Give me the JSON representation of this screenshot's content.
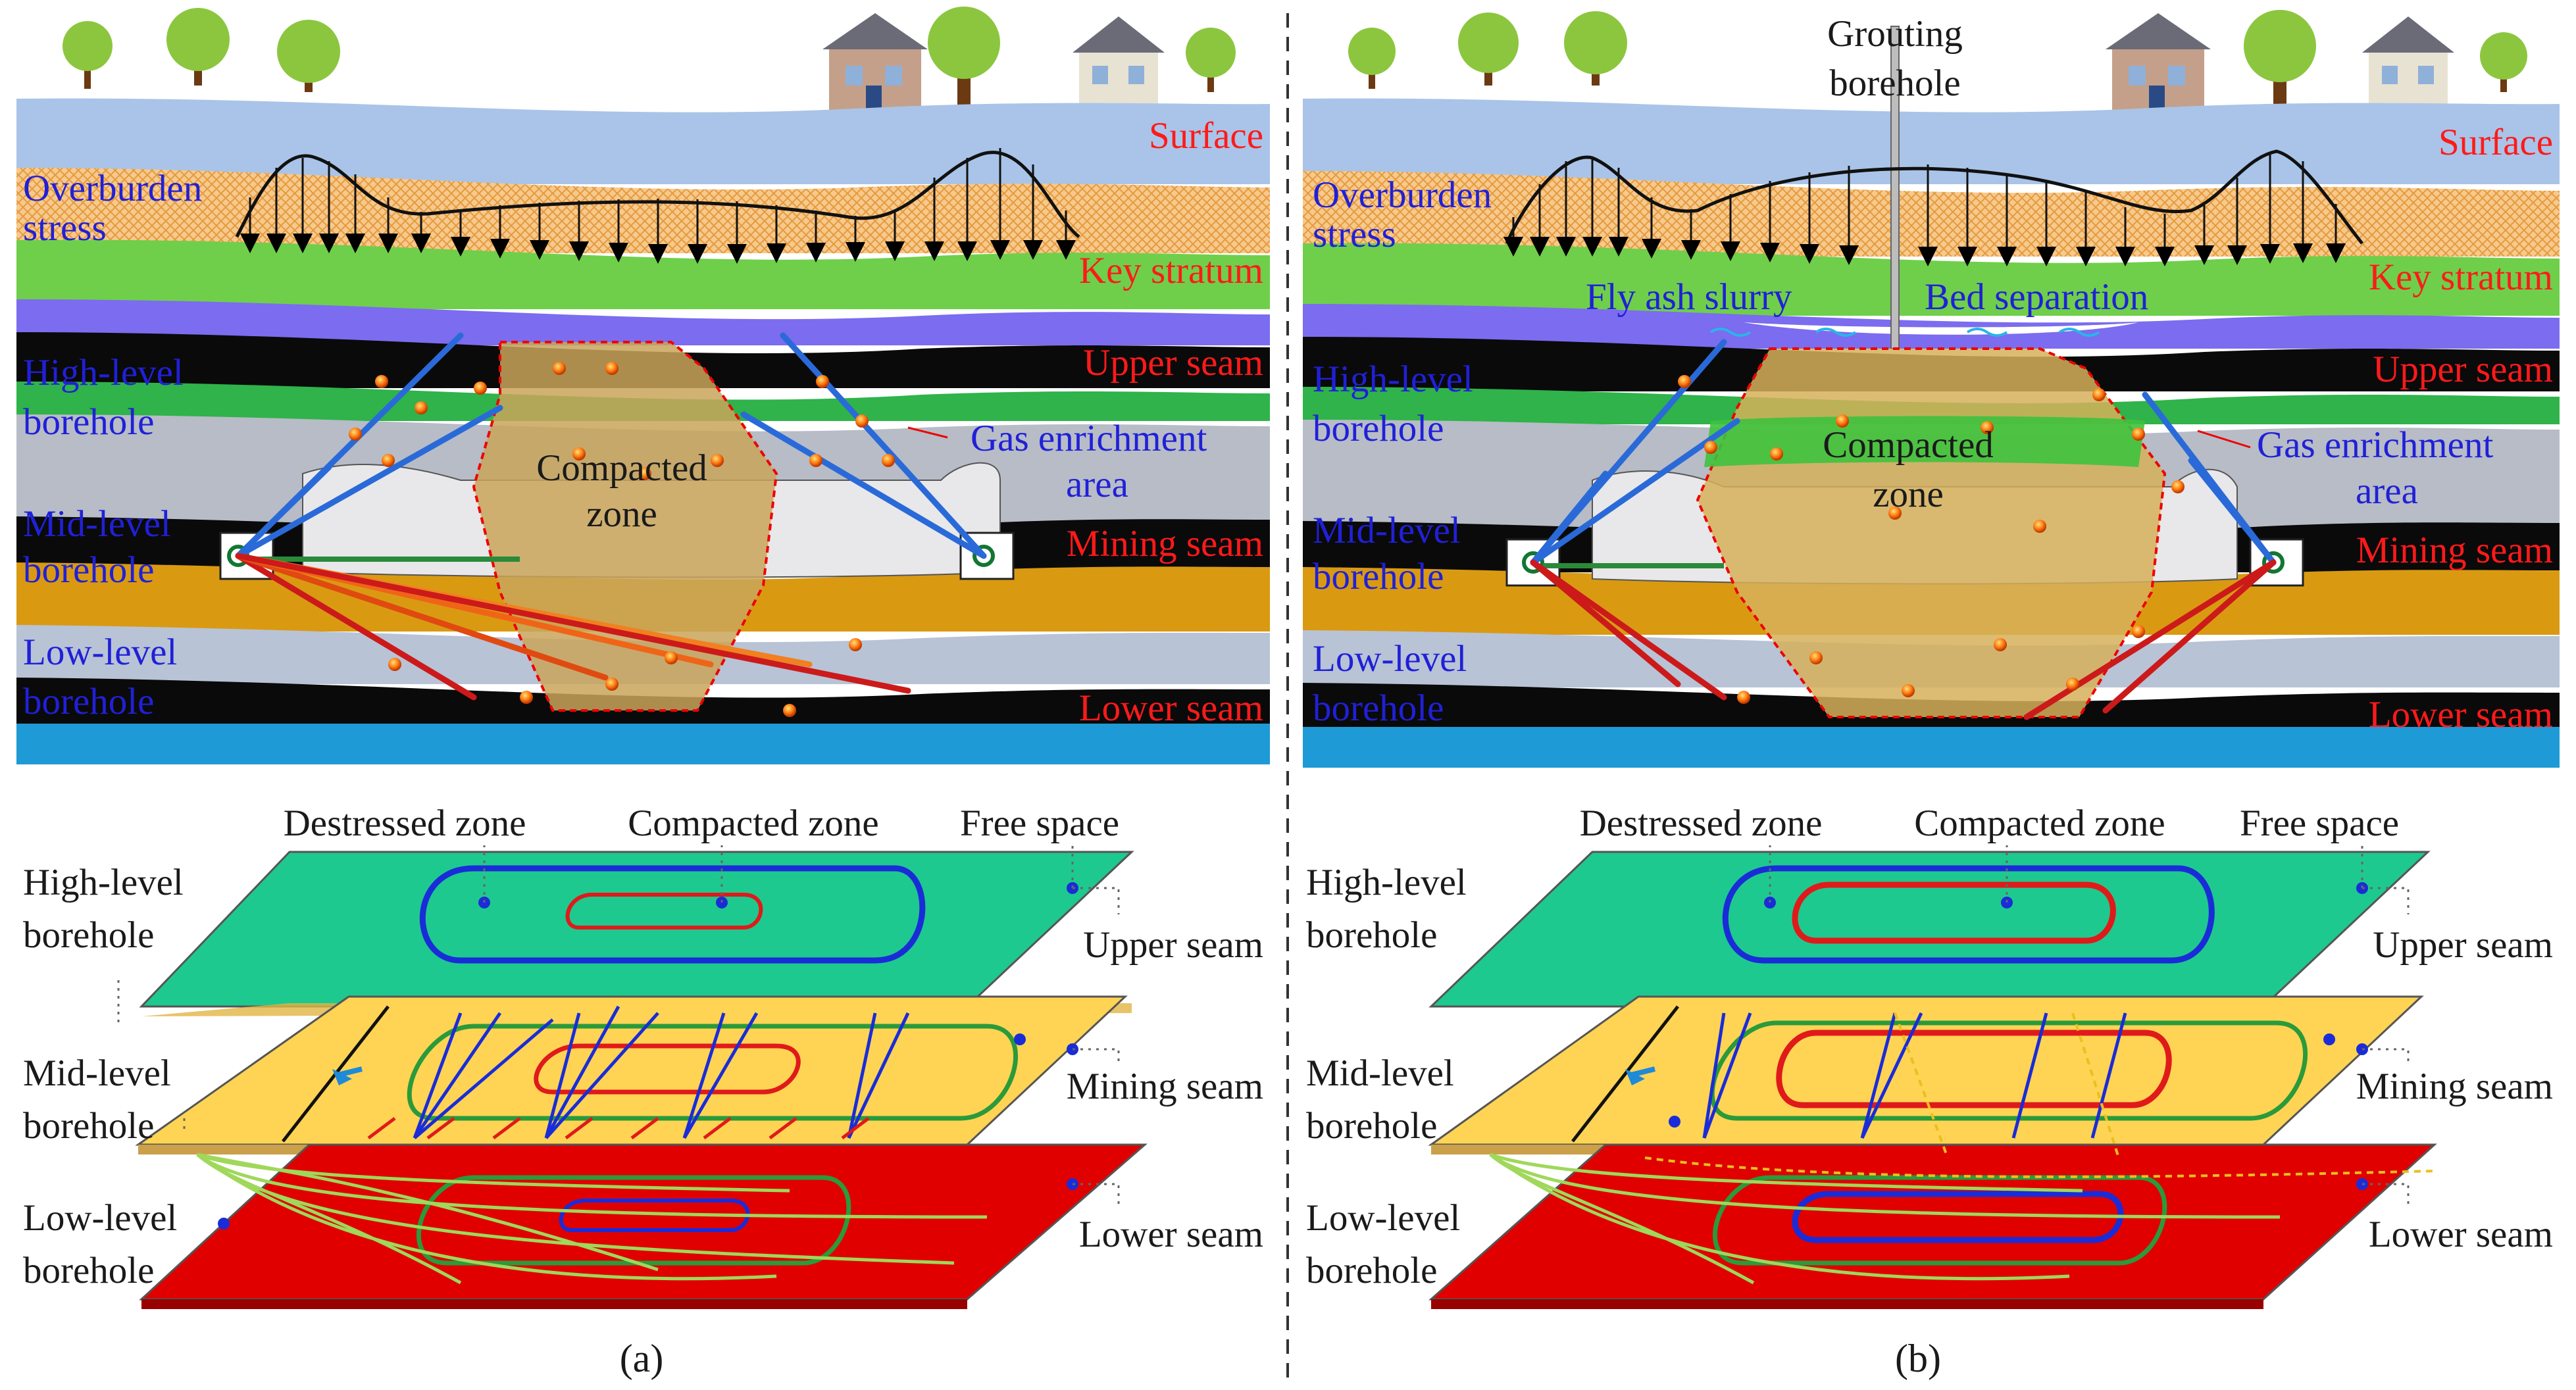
{
  "panels": [
    {
      "caption": "(a)",
      "section": {
        "strata_labels": [
          "Surface",
          "Key stratum",
          "Upper seam",
          "Mining seam",
          "Lower seam"
        ],
        "stress_label": [
          "Overburden",
          "stress"
        ],
        "boreholes": [
          [
            "High-level",
            "borehole"
          ],
          [
            "Mid-level",
            "borehole"
          ],
          [
            "Low-level",
            "borehole"
          ]
        ],
        "gas_label": [
          "Gas enrichment",
          "area"
        ],
        "zone_label": [
          "Compacted",
          "zone"
        ]
      },
      "plan": {
        "top_labels": [
          "Destressed zone",
          "Compacted zone",
          "Free space"
        ],
        "seam_labels": [
          "Upper seam",
          "Mining seam",
          "Lower seam"
        ],
        "boreholes": [
          [
            "High-level",
            "borehole"
          ],
          [
            "Mid-level",
            "borehole"
          ],
          [
            "Low-level",
            "borehole"
          ]
        ]
      }
    },
    {
      "caption": "(b)",
      "section": {
        "strata_labels": [
          "Surface",
          "Key stratum",
          "Upper seam",
          "Mining seam",
          "Lower seam"
        ],
        "stress_label": [
          "Overburden",
          "stress"
        ],
        "boreholes": [
          [
            "High-level",
            "borehole"
          ],
          [
            "Mid-level",
            "borehole"
          ],
          [
            "Low-level",
            "borehole"
          ]
        ],
        "gas_label": [
          "Gas enrichment",
          "area"
        ],
        "zone_label": [
          "Compacted",
          "zone"
        ],
        "grouting_label": [
          "Grouting",
          "borehole"
        ],
        "slurry_label": "Fly ash slurry",
        "separation_label": "Bed separation"
      },
      "plan": {
        "top_labels": [
          "Destressed zone",
          "Compacted zone",
          "Free space"
        ],
        "seam_labels": [
          "Upper seam",
          "Mining seam",
          "Lower seam"
        ],
        "boreholes": [
          [
            "High-level",
            "borehole"
          ],
          [
            "Mid-level",
            "borehole"
          ],
          [
            "Low-level",
            "borehole"
          ]
        ]
      }
    }
  ],
  "colors": {
    "surface": "#a9c4e8",
    "overburden": "#f6c98e",
    "key_stratum": "#6fcf4a",
    "violet": "#7b6cf0",
    "coal": "#0a0a0a",
    "green_band": "#2fb34a",
    "gray_band": "#b7bcc6",
    "mining_band": "#d99a12",
    "lower_gray": "#b8c3d6",
    "water": "#1e9ad6",
    "plan_upper": "#1ec98f",
    "plan_mining": "#ffd454",
    "plan_lower": "#e00000"
  }
}
